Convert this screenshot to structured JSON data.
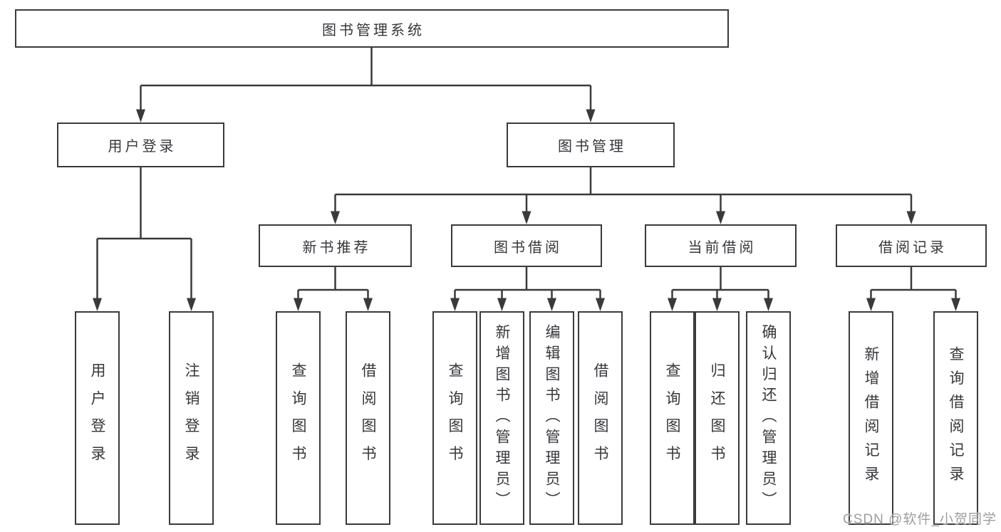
{
  "tree": {
    "root": {
      "label": "图书管理系统",
      "children": [
        {
          "label": "用户登录",
          "children": [
            {
              "label": "用户登录"
            },
            {
              "label": "注销登录"
            }
          ]
        },
        {
          "label": "图书管理",
          "children": [
            {
              "label": "新书推荐",
              "children": [
                {
                  "label": "查询图书"
                },
                {
                  "label": "借阅图书"
                }
              ]
            },
            {
              "label": "图书借阅",
              "children": [
                {
                  "label": "查询图书"
                },
                {
                  "label": "新增图书（管理员）"
                },
                {
                  "label": "编辑图书（管理员）"
                },
                {
                  "label": "借阅图书"
                }
              ]
            },
            {
              "label": "当前借阅",
              "children": [
                {
                  "label": "查询图书"
                },
                {
                  "label": "归还图书"
                },
                {
                  "label": "确认归还（管理员）"
                }
              ]
            },
            {
              "label": "借阅记录",
              "children": [
                {
                  "label": "新增借阅记录"
                },
                {
                  "label": "查询借阅记录"
                }
              ]
            }
          ]
        }
      ]
    }
  },
  "watermark": "CSDN @软件_小贺同学",
  "colors": {
    "line": "#3a3a3a",
    "box_border": "#3a3a3a",
    "text": "#37373b",
    "background": "#ffffff",
    "watermark": "#9e9e9e"
  }
}
